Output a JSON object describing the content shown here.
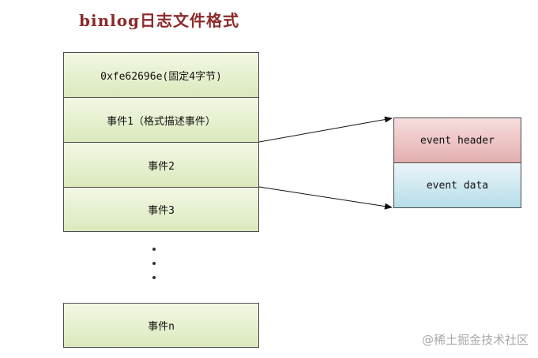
{
  "diagram": {
    "title": "binlog日志文件格式",
    "file_rows": [
      "0xfe62696e(固定4字节)",
      "事件1（格式描述事件）",
      "事件2",
      "事件3",
      "事件n"
    ],
    "event_parts": [
      "event header",
      "event data"
    ],
    "colors": {
      "title": "#8b2a2a",
      "file_row_fill": "#dbe9bd",
      "header_fill": "#e3aeae",
      "data_fill": "#b6dde9",
      "border": "#4a4a4a"
    }
  },
  "watermark": {
    "text": "@稀土掘金技术社区"
  }
}
